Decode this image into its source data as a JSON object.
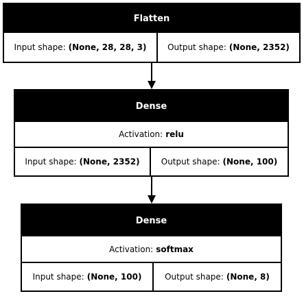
{
  "layers": [
    {
      "title": "Flatten",
      "input_label": "Input shape:",
      "input_shape": "(None, 28, 28, 3)",
      "output_label": "Output shape:",
      "output_shape": "(None, 2352)"
    },
    {
      "title": "Dense",
      "activation_label": "Activation:",
      "activation": "relu",
      "input_label": "Input shape:",
      "input_shape": "(None, 2352)",
      "output_label": "Output shape:",
      "output_shape": "(None, 100)"
    },
    {
      "title": "Dense",
      "activation_label": "Activation:",
      "activation": "softmax",
      "input_label": "Input shape:",
      "input_shape": "(None, 100)",
      "output_label": "Output shape:",
      "output_shape": "(None, 8)"
    }
  ],
  "colors": {
    "header_bg": "#000000",
    "header_text": "#ffffff",
    "border": "#000000",
    "background": "#ffffff"
  }
}
